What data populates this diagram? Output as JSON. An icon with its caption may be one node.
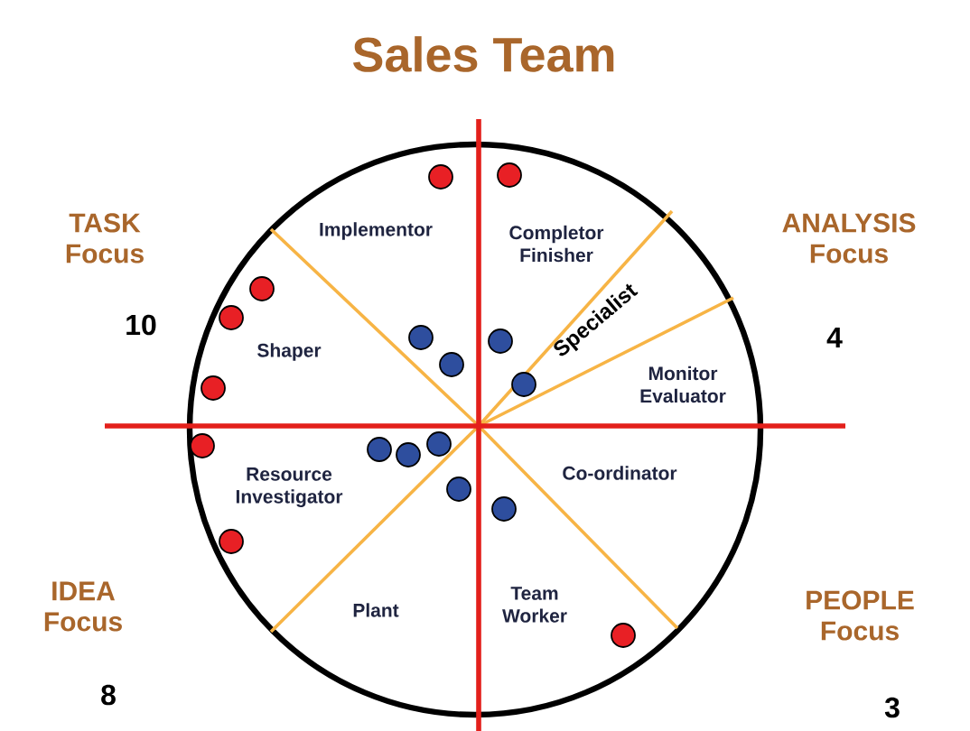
{
  "diagram": {
    "title": "Sales Team",
    "labels": [
      "TASK Focus",
      "Implementor",
      "Completor Finisher",
      "ANALYSIS Focus",
      "10",
      "Specialist",
      "4",
      "Shaper",
      "Monitor Evaluator",
      "Resource Investigator",
      "Co-ordinator",
      "Plant",
      "Team Worker",
      "IDEA Focus",
      "PEOPLE Focus",
      "8",
      "3"
    ]
  }
}
